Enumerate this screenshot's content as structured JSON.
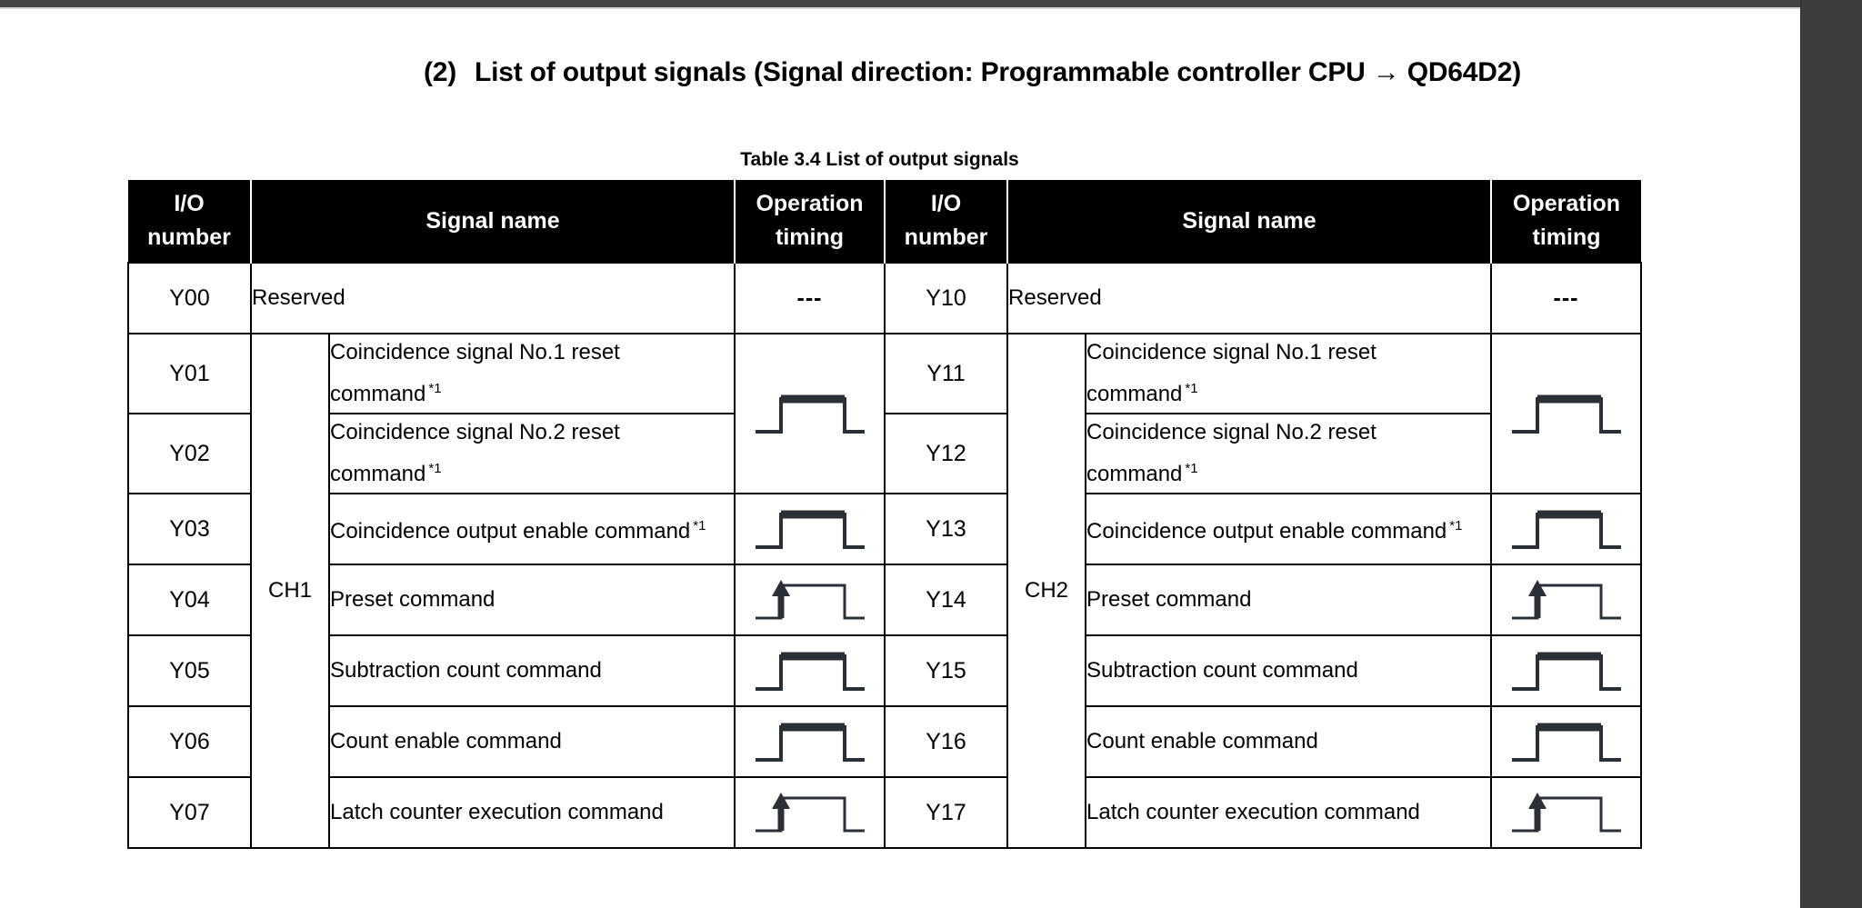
{
  "document": {
    "heading_number": "(2)",
    "heading_text": "List of output signals (Signal direction: Programmable controller CPU → QD64D2)",
    "table_caption": "Table 3.4 List of output signals"
  },
  "table": {
    "headers": {
      "io_number": "I/O\nnumber",
      "io_number_line1": "I/O",
      "io_number_line2": "number",
      "signal_name": "Signal name",
      "operation_timing_line1": "Operation",
      "operation_timing_line2": "timing"
    },
    "channels": {
      "left": "CH1",
      "right": "CH2"
    },
    "footnote_mark": "*1",
    "dash": "---",
    "left_rows": [
      {
        "io": "Y00",
        "name": "Reserved",
        "note": "",
        "timing": "dash"
      },
      {
        "io": "Y01",
        "name": "Coincidence signal No.1 reset command",
        "note": "*1",
        "timing": "pulse-thick-merged-top"
      },
      {
        "io": "Y02",
        "name": "Coincidence signal No.2 reset command",
        "note": "*1",
        "timing": "pulse-thick-merged-bottom"
      },
      {
        "io": "Y03",
        "name": "Coincidence output enable command",
        "note": "*1",
        "timing": "pulse-thick"
      },
      {
        "io": "Y04",
        "name": "Preset command",
        "note": "",
        "timing": "pulse-arrow"
      },
      {
        "io": "Y05",
        "name": "Subtraction count command",
        "note": "",
        "timing": "pulse-thick"
      },
      {
        "io": "Y06",
        "name": "Count enable command",
        "note": "",
        "timing": "pulse-thick"
      },
      {
        "io": "Y07",
        "name": "Latch counter execution command",
        "note": "",
        "timing": "pulse-arrow"
      }
    ],
    "right_rows": [
      {
        "io": "Y10",
        "name": "Reserved",
        "note": "",
        "timing": "dash"
      },
      {
        "io": "Y11",
        "name": "Coincidence signal No.1 reset command",
        "note": "*1",
        "timing": "pulse-thick-merged-top"
      },
      {
        "io": "Y12",
        "name": "Coincidence signal No.2 reset command",
        "note": "*1",
        "timing": "pulse-thick-merged-bottom"
      },
      {
        "io": "Y13",
        "name": "Coincidence output enable command",
        "note": "*1",
        "timing": "pulse-thick"
      },
      {
        "io": "Y14",
        "name": "Preset command",
        "note": "",
        "timing": "pulse-arrow"
      },
      {
        "io": "Y15",
        "name": "Subtraction count command",
        "note": "",
        "timing": "pulse-thick"
      },
      {
        "io": "Y16",
        "name": "Count enable command",
        "note": "",
        "timing": "pulse-thick"
      },
      {
        "io": "Y17",
        "name": "Latch counter execution command",
        "note": "",
        "timing": "pulse-arrow"
      }
    ]
  },
  "colors": {
    "header_background": "#000000",
    "header_text": "#ffffff",
    "io_cell_background": "#d9d9d9",
    "page_background": "#ffffff",
    "chrome": "#3d3d3d",
    "waveform": "#2b2f36"
  }
}
